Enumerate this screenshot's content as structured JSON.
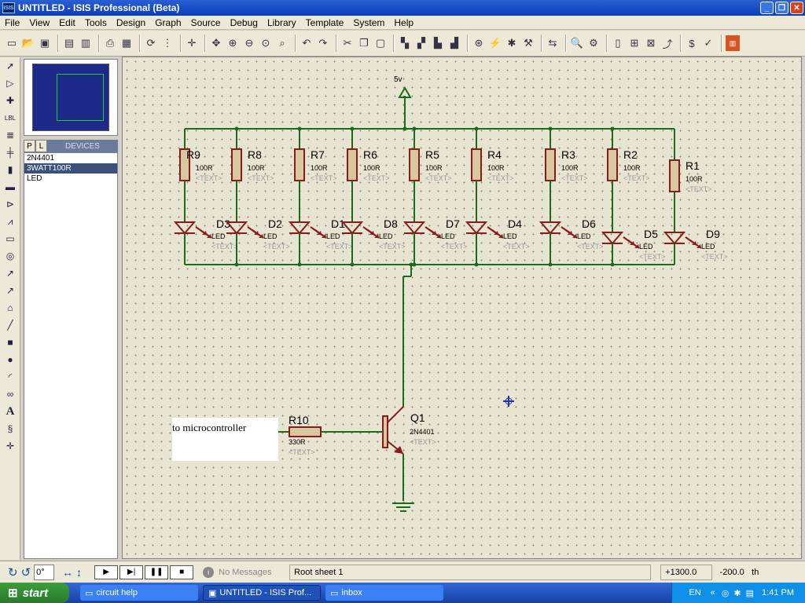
{
  "window": {
    "title": "UNTITLED - ISIS Professional (Beta)",
    "logo": "ISIS"
  },
  "menu": [
    "File",
    "View",
    "Edit",
    "Tools",
    "Design",
    "Graph",
    "Source",
    "Debug",
    "Library",
    "Template",
    "System",
    "Help"
  ],
  "devices": {
    "header_p": "P",
    "header_l": "L",
    "title": "DEVICES",
    "items": [
      "2N4401",
      "3WATT100R",
      "LED"
    ],
    "selected": "3WATT100R"
  },
  "schematic": {
    "supply": "5v",
    "resistors": [
      {
        "ref": "R9",
        "value": "100R"
      },
      {
        "ref": "R8",
        "value": "100R"
      },
      {
        "ref": "R7",
        "value": "100R"
      },
      {
        "ref": "R6",
        "value": "100R"
      },
      {
        "ref": "R5",
        "value": "100R"
      },
      {
        "ref": "R4",
        "value": "100R"
      },
      {
        "ref": "R3",
        "value": "100R"
      },
      {
        "ref": "R2",
        "value": "100R"
      },
      {
        "ref": "R1",
        "value": "100R"
      }
    ],
    "leds": [
      {
        "ref": "D3",
        "value": "LED"
      },
      {
        "ref": "D2",
        "value": "LED"
      },
      {
        "ref": "D1",
        "value": "LED"
      },
      {
        "ref": "D8",
        "value": "LED"
      },
      {
        "ref": "D7",
        "value": "LED"
      },
      {
        "ref": "D4",
        "value": "LED"
      },
      {
        "ref": "D6",
        "value": "LED"
      },
      {
        "ref": "D5",
        "value": "LED"
      },
      {
        "ref": "D9",
        "value": "LED"
      }
    ],
    "text_placeholder": "<TEXT>",
    "base_resistor": {
      "ref": "R10",
      "value": "330R"
    },
    "transistor": {
      "ref": "Q1",
      "value": "2N4401"
    },
    "note": "to microcontroller"
  },
  "status": {
    "rotation": "0°",
    "messages": "No Messages",
    "sheet": "Root sheet 1",
    "x": "+1300.0",
    "y": "-200.0",
    "units": "th"
  },
  "taskbar": {
    "start": "start",
    "tasks": [
      "circuit help",
      "UNTITLED - ISIS Prof...",
      "inbox"
    ],
    "lang": "EN",
    "clock": "1:41 PM"
  },
  "colors": {
    "wire": "#1a6b1a",
    "component": "#8b1a1a",
    "resistor_fill": "#d8c8a0",
    "canvas": "#e7e4d2"
  }
}
